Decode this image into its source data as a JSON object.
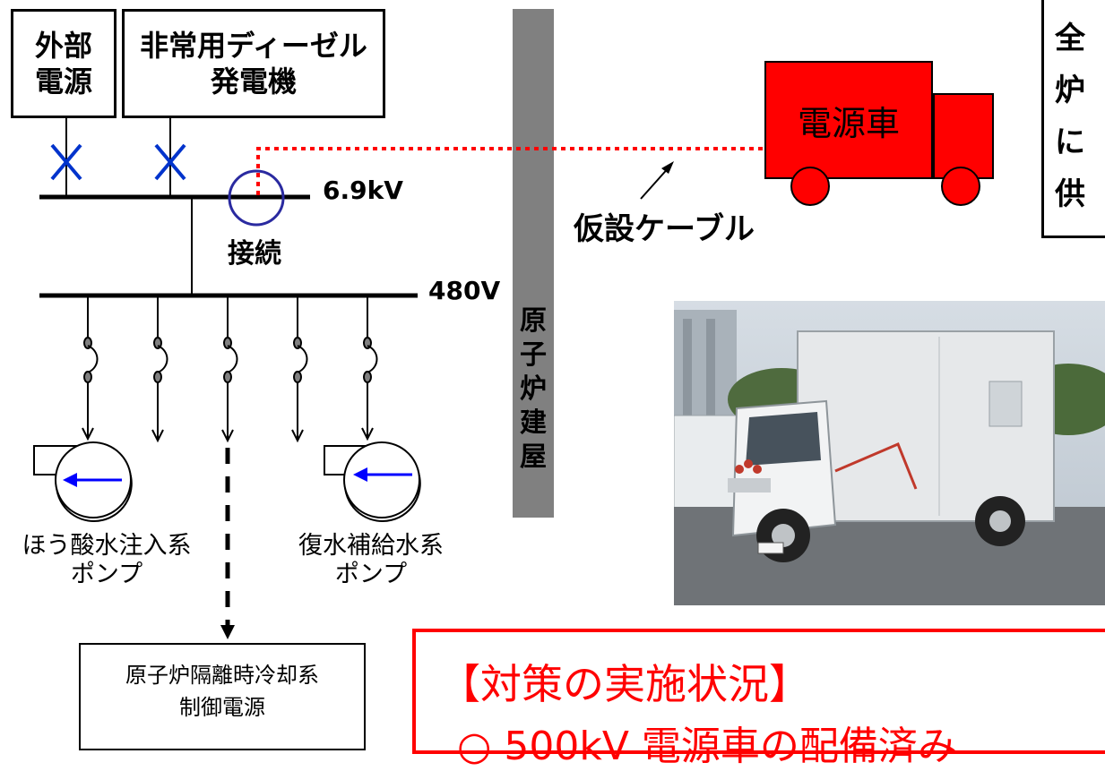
{
  "power_sources": {
    "external": "外部\n電源",
    "diesel": "非常用ディーゼル\n発電機"
  },
  "bus": {
    "high_voltage": "6.9kV",
    "low_voltage": "480V",
    "connection_label": "接続"
  },
  "building_label": "原\n子\n炉\n建\n屋",
  "cable_label": "仮設ケーブル",
  "truck_label": "電源車",
  "note_box_text": "全\n炉\nに\n供",
  "pumps": {
    "boric_acid": "ほう酸水注入系\nポンプ",
    "makeup_water": "復水補給水系\nポンプ"
  },
  "control_power": "原子炉隔離時冷却系\n制御電源",
  "status": {
    "title": "【対策の実施状況】",
    "line": "○ 500kV 電源車の配備済み"
  },
  "colors": {
    "truck": "#ff0000",
    "breaker_x": "#0033cc",
    "cable": "#ff0000",
    "pillar": "#808080",
    "flow_arrow": "#0000ff"
  }
}
